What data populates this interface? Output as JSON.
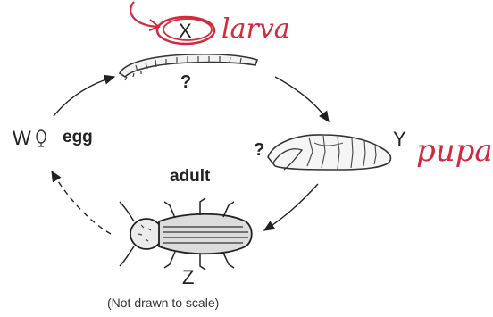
{
  "diagram": {
    "labels": {
      "x": "X",
      "y": "Y",
      "z": "Z",
      "w": "W",
      "q_larva": "?",
      "q_pupa": "?",
      "egg": "egg",
      "adult": "adult",
      "note": "(Not drawn to scale)"
    },
    "handwritten": {
      "larva": "larva",
      "pupa": "pupa"
    },
    "colors": {
      "ink": "#222222",
      "handwriting": "#d22a3c"
    },
    "icons": [
      "egg-icon",
      "larva-icon",
      "pupa-icon",
      "beetle-icon"
    ]
  }
}
